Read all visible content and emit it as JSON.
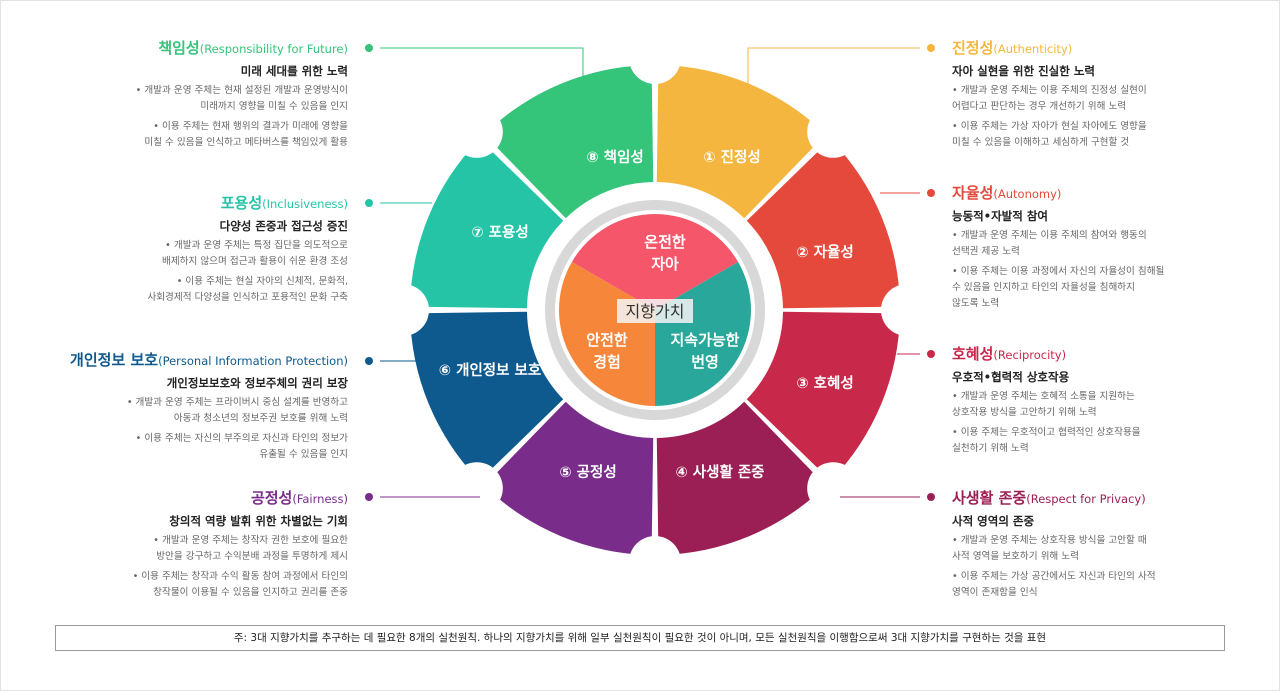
{
  "principles": [
    {
      "key": "responsibility",
      "num_label": "⑧ 책임성",
      "title": "책임성",
      "title_en": "(Responsibility for Future)",
      "subtitle": "미래 세대를 위한 노력",
      "color": "#34c47a",
      "bullets": [
        "• 개발과 운영 주체는 현재 설정된 개발과 운영방식이\n미래까지 영향을 미칠 수 있음을 인지",
        "• 이용 주체는 현재 행위의 결과가 미래에 영향을\n미칠 수 있음을 인식하고 메타버스를 책임있게 활용"
      ]
    },
    {
      "key": "inclusiveness",
      "num_label": "⑦ 포용성",
      "title": "포용성",
      "title_en": "(Inclusiveness)",
      "subtitle": "다양성 존중과 접근성 증진",
      "color": "#26c4a6",
      "bullets": [
        "• 개발과 운영 주체는 특정 집단을 의도적으로\n배제하지 않으며 접근과 활용이 쉬운 환경 조성",
        "• 이용 주체는 현실 자아의 신체적, 문화적,\n사회경제적 다양성을 인식하고 포용적인 문화 구축"
      ]
    },
    {
      "key": "privacy_protection",
      "num_label": "⑥ 개인정보 보호",
      "title": "개인정보 보호",
      "title_en": "(Personal Information Protection)",
      "subtitle": "개인정보보호와 정보주체의 권리 보장",
      "color": "#0e5a8e",
      "bullets": [
        "• 개발과 운영 주체는 프라이버시 중심 설계를 반영하고\n아동과 청소년의 정보주권 보호를 위해 노력",
        "• 이용 주체는 자신의 부주의로 자신과 타인의 정보가\n유출될 수 있음을 인지"
      ]
    },
    {
      "key": "fairness",
      "num_label": "⑤ 공정성",
      "title": "공정성",
      "title_en": "(Fairness)",
      "subtitle": "창의적 역량 발휘 위한 차별없는 기회",
      "color": "#7a2c8a",
      "bullets": [
        "• 개발과 운영 주체는 창작자 권한 보호에 필요한\n방안을 강구하고 수익분배 과정을 투명하게 제시",
        "• 이용 주체는 창작과 수익 활동 참여 과정에서 타인의\n창작물이 이용될 수 있음을 인지하고 권리를 존중"
      ]
    },
    {
      "key": "authenticity",
      "num_label": "① 진정성",
      "title": "진정성",
      "title_en": "(Authenticity)",
      "subtitle": "자아 실현을 위한 진실한 노력",
      "color": "#f4b63f",
      "bullets": [
        "• 개발과 운영 주체는 이용 주체의 진정성 실현이\n어렵다고 판단하는 경우 개선하기 위해 노력",
        "• 이용 주체는 가상 자아가 현실 자아에도 영향을\n미칠 수 있음을 이해하고 세심하게 구현할 것"
      ]
    },
    {
      "key": "autonomy",
      "num_label": "② 자율성",
      "title": "자율성",
      "title_en": "(Autonomy)",
      "subtitle": "능동적•자발적 참여",
      "color": "#e4493b",
      "bullets": [
        "• 개발과 운영 주체는 이용 주체의 참여와 행동의\n선택권 제공 노력",
        "• 이용 주체는 이용 과정에서 자신의 자율성이 침해될\n수 있음을 인지하고 타인의 자율성을 침해하지\n않도록 노력"
      ]
    },
    {
      "key": "reciprocity",
      "num_label": "③ 호혜성",
      "title": "호혜성",
      "title_en": "(Reciprocity)",
      "subtitle": "우호적•협력적 상호작용",
      "color": "#c8284a",
      "bullets": [
        "• 개발과 운영 주체는 호혜적 소통을 지원하는\n상호작용 방식을 고안하기 위해 노력",
        "• 이용 주체는 우호적이고 협력적인 상호작용을\n실천하기 위해 노력"
      ]
    },
    {
      "key": "respect_privacy",
      "num_label": "④ 사생활 존중",
      "title": "사생활 존중",
      "title_en": "(Respect for Privacy)",
      "subtitle": "사적 영역의 존중",
      "color": "#9b1f55",
      "bullets": [
        "• 개발과 운영 주체는 상호작용 방식을 고안할 때\n사적 영역을 보호하기 위해 노력",
        "• 이용 주체는 가상 공간에서도 자신과 타인의 사적\n영역이 존재함을 인식"
      ]
    }
  ],
  "core": {
    "center_label": "지향가치",
    "values": [
      {
        "label_1": "온전한",
        "label_2": "자아",
        "color": "#f5566a"
      },
      {
        "label_1": "지속가능한",
        "label_2": "번영",
        "color": "#2aa79b"
      },
      {
        "label_1": "안전한",
        "label_2": "경험",
        "color": "#f5863a"
      }
    ]
  },
  "note": "주: 3대 지향가치를 추구하는 데 필요한 8개의 실천원칙. 하나의 지향가치를 위해 일부 실천원칙이 필요한 것이 아니며, 모든 실천원칙을 이행함으로써 3대 지향가치를 구현하는 것을 표현"
}
